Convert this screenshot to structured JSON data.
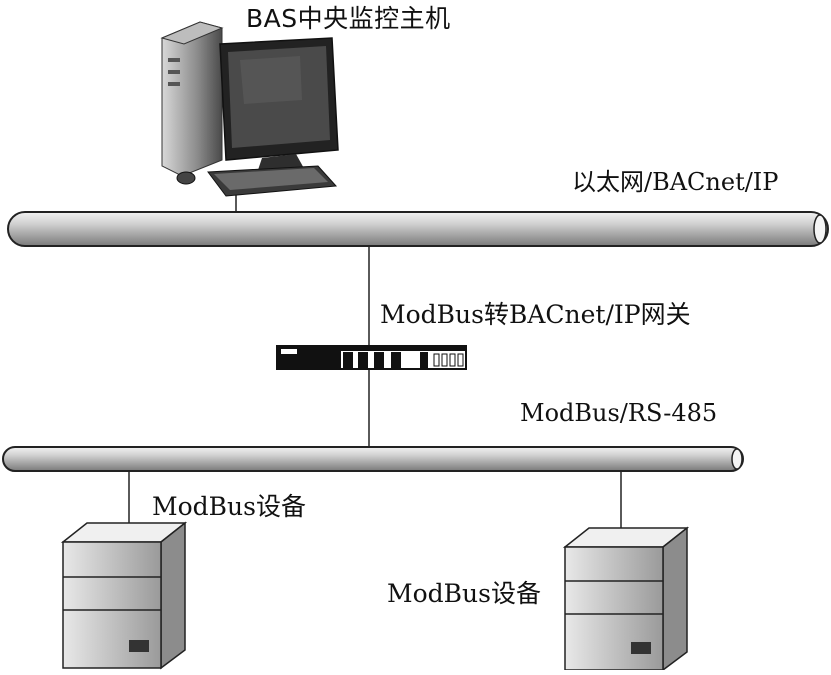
{
  "labels": {
    "host": "BAS中央监控主机",
    "ethernet": "以太网/BACnet/IP",
    "gateway": "ModBus转BACnet/IP网关",
    "rs485": "ModBus/RS-485",
    "device_left": "ModBus设备",
    "device_right": "ModBus设备"
  },
  "icons": {
    "host": "desktop-computer-icon",
    "gateway": "gateway-device-icon",
    "device": "server-tower-icon"
  },
  "colors": {
    "bus_fill": "#b8b8b8",
    "line": "#222222",
    "device_face": "#dcdcdc",
    "screen": "#1a1a1a"
  }
}
